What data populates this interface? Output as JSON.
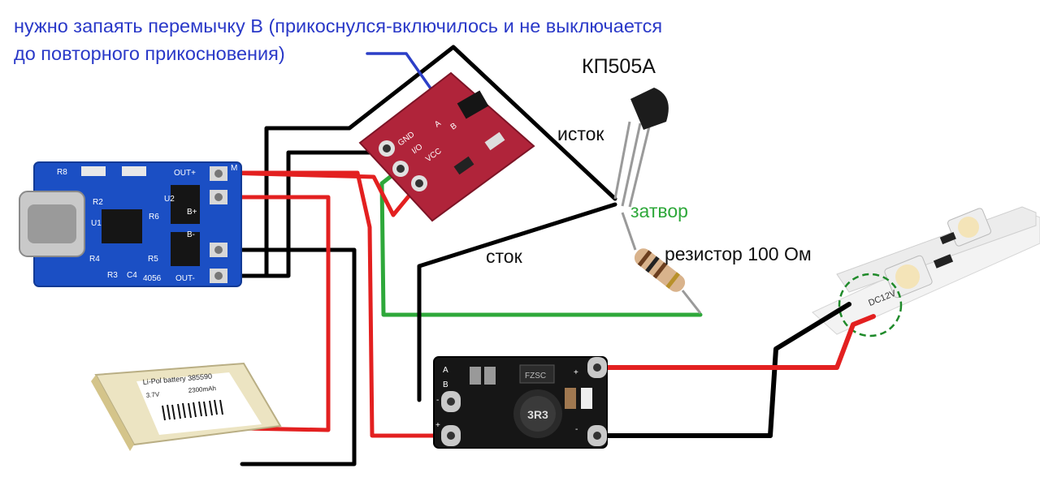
{
  "annotations": {
    "note_line1": "нужно запаять перемычку B (прикоснулся-включилось и не выключается",
    "note_line2": "до повторного прикосновения)",
    "transistor_name": "КП505А",
    "source": "исток",
    "gate": "затвор",
    "drain": "сток",
    "resistor": "резистор 100 Ом"
  },
  "charger_board": {
    "model": "4056",
    "pins": {
      "out_plus": "OUT+",
      "b_plus": "B+",
      "b_minus": "B-",
      "out_minus": "OUT-"
    },
    "parts": {
      "r8": "R8",
      "r2": "R2",
      "r3": "R3",
      "r4": "R4",
      "r5": "R5",
      "r6": "R6",
      "c4": "C4",
      "u1": "U1",
      "u2": "U2",
      "m": "M"
    }
  },
  "touch_module": {
    "pin_gnd": "GND",
    "pin_io": "I/O",
    "pin_vcc": "VCC",
    "jumper_a": "A",
    "jumper_b": "B"
  },
  "boost_board": {
    "inductor": "3R3",
    "pad_a": "A",
    "pad_b": "B",
    "ic": "FZSC",
    "minus": "-",
    "plus": "+",
    "out_plus": "+",
    "out_minus": "-"
  },
  "battery": {
    "label": "Li-Pol battery 385590",
    "voltage": "3.7V",
    "capacity": "2300mAh"
  },
  "led_strip": {
    "marking": "DC12V"
  },
  "colors": {
    "wire_black": "#000000",
    "wire_red": "#e32020",
    "wire_green": "#2ea83a",
    "pointer_blue": "#2c3fc7",
    "note_blue": "#2a39c8",
    "gate_green": "#2ea83a",
    "pcb_blue": "#1b4fc4",
    "pcb_red": "#b0243a",
    "pcb_black": "#111111"
  }
}
